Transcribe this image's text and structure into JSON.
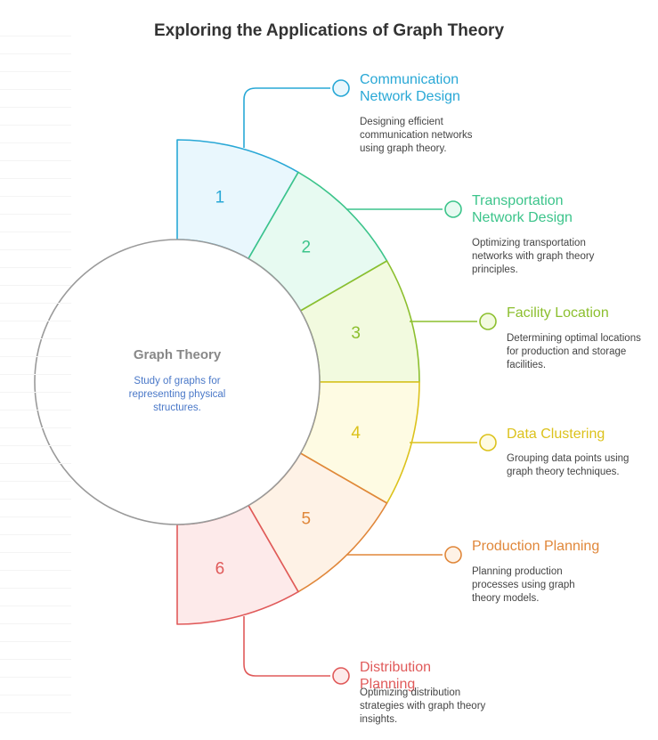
{
  "title": "Exploring the Applications of Graph Theory",
  "center": {
    "title": "Graph Theory",
    "description": "Study of graphs for representing physical structures."
  },
  "items": [
    {
      "number": "1",
      "title": "Communication Network Design",
      "description": "Designing efficient communication networks using graph theory.",
      "color": "#29a8d6",
      "fill": "#e9f7fd"
    },
    {
      "number": "2",
      "title": "Transportation Network Design",
      "description": "Optimizing transportation networks with graph theory principles.",
      "color": "#3cc48b",
      "fill": "#e7faf1"
    },
    {
      "number": "3",
      "title": "Facility Location",
      "description": "Determining optimal locations for production and storage facilities.",
      "color": "#8cbf2e",
      "fill": "#f2fadf"
    },
    {
      "number": "4",
      "title": "Data Clustering",
      "description": "Grouping data points using graph theory techniques.",
      "color": "#dcc21c",
      "fill": "#fefbe3"
    },
    {
      "number": "5",
      "title": "Production Planning",
      "description": "Planning production processes using graph theory models.",
      "color": "#e0873a",
      "fill": "#fef2e6"
    },
    {
      "number": "6",
      "title": "Distribution Planning",
      "description": "Optimizing distribution strategies with graph theory insights.",
      "color": "#e05a5a",
      "fill": "#fdeaea"
    }
  ]
}
